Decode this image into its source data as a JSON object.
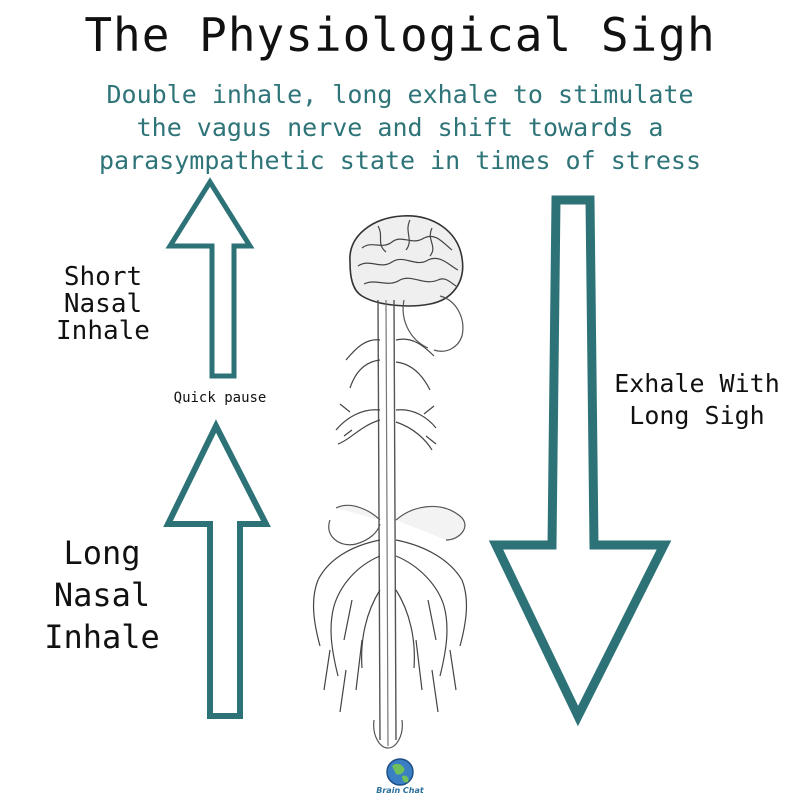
{
  "header": {
    "title": "The Physiological Sigh",
    "subtitle_lines": [
      "Double inhale, long exhale to stimulate",
      "the vagus nerve and shift towards a",
      "parasympathetic state in times of stress"
    ]
  },
  "labels": {
    "short_inhale": [
      "Short",
      "Nasal",
      "Inhale"
    ],
    "quick_pause": "Quick pause",
    "long_inhale": [
      "Long",
      "Nasal",
      "Inhale"
    ],
    "exhale": [
      "Exhale With",
      "Long Sigh"
    ]
  },
  "illustration": {
    "subject": "nervous-system-engraving"
  },
  "logo": {
    "text": "Brain Chat"
  },
  "colors": {
    "accent": "#2e7478",
    "arrow_stroke": "#2d7277",
    "text": "#111111"
  }
}
